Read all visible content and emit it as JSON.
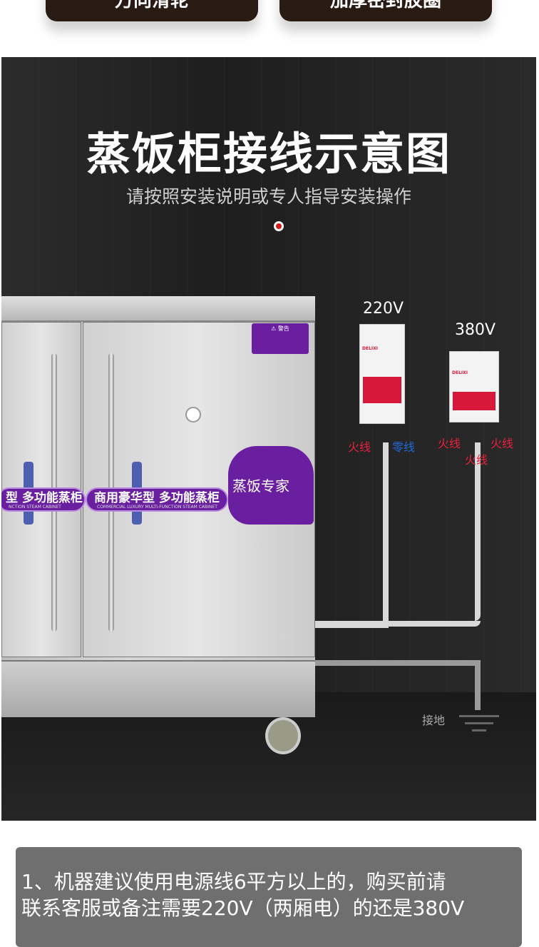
{
  "top_buttons": [
    "万向滑轮",
    "加厚密封胶圈"
  ],
  "header": {
    "title": "蒸饭柜接线示意图",
    "subtitle": "请按照安装说明或专人指导安装操作"
  },
  "cabinet": {
    "band_left": "型 多功能蒸柜",
    "band_left_en": "NCTION STEAM CABINET",
    "band_main": "商用豪华型 多功能蒸柜",
    "band_main_en": "COMMERCIAL LUXURY MULTI-FUNCTION STEAM CABINET",
    "warning": "警告",
    "chef_sticker": "蒸饭专家"
  },
  "breakers": [
    {
      "voltage": "220V",
      "brand": "DELIXI",
      "wires": {
        "live": "火线",
        "neutral": "零线"
      }
    },
    {
      "voltage": "380V",
      "brand": "DELIXI",
      "wires": {
        "live_left": "火线",
        "live_right": "火线",
        "live_center": "火线"
      }
    }
  ],
  "ground_label": "接地",
  "colors": {
    "live": "#e8223c",
    "neutral": "#1e6cd8",
    "sticker": "#6a1fa0"
  },
  "notes": [
    "1、机器建议使用电源线6平方以上的，购买前请",
    "联系客服或备注需要220V（两厢电）的还是380V"
  ]
}
